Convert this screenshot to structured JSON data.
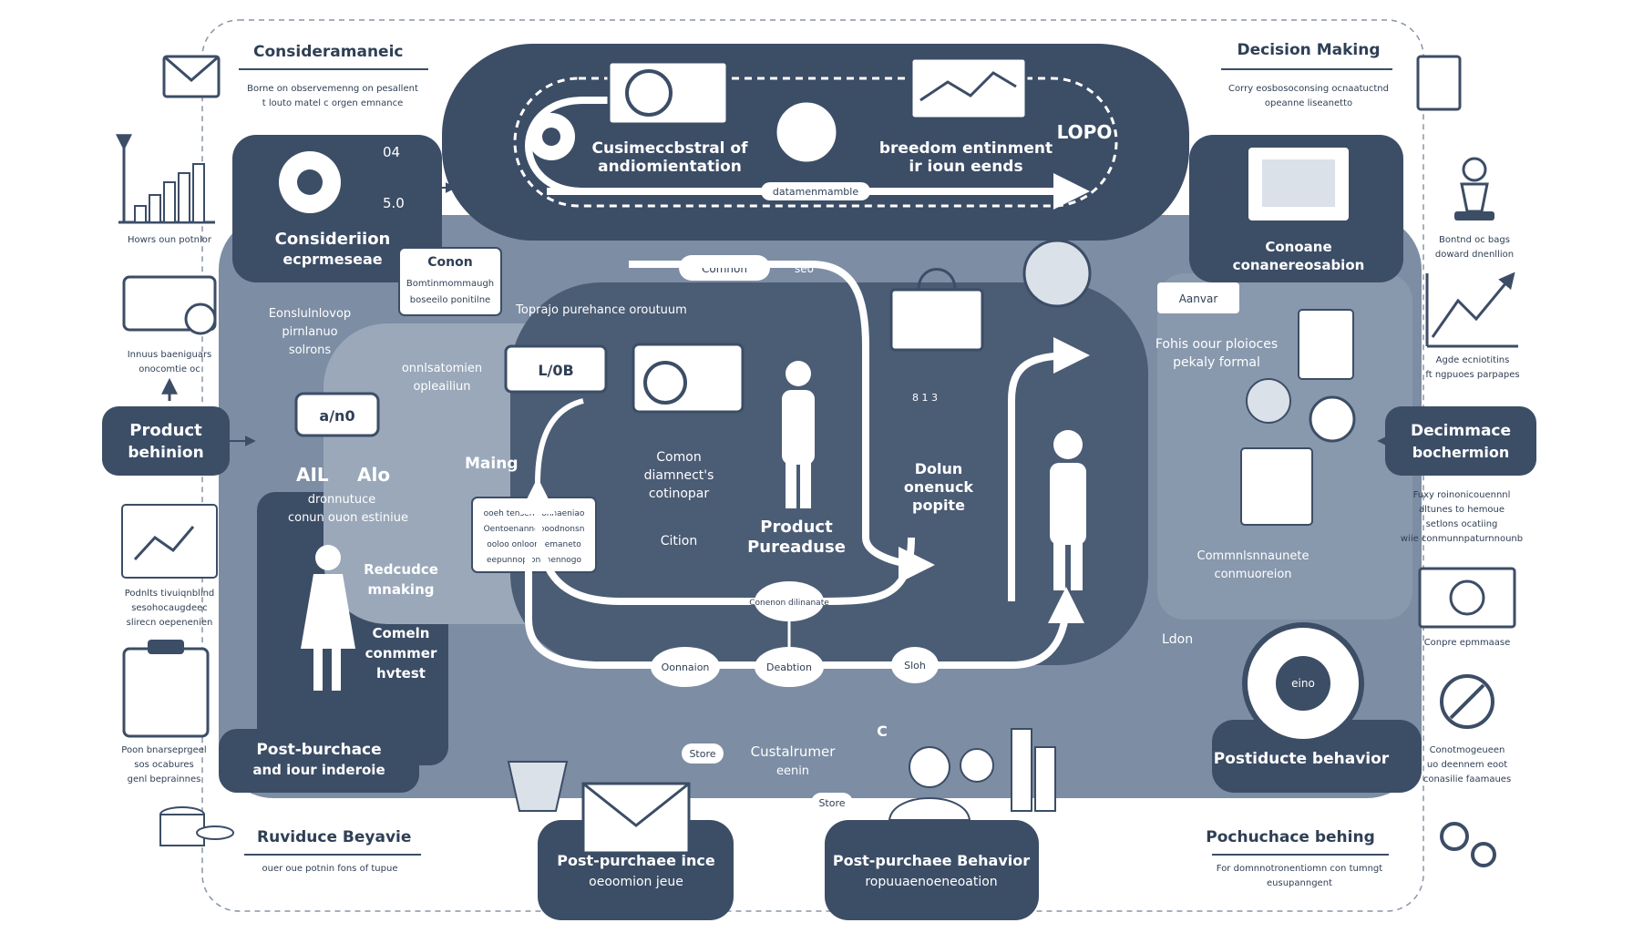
{
  "colors": {
    "navy": "#3c4d66",
    "navy_dark": "#2f3f55",
    "slate": "#71839c",
    "slate_light": "#9aa8ba",
    "pale": "#dbe1e9",
    "white": "#ffffff",
    "line": "#3c4d66"
  },
  "corner_labels": {
    "top_left_title": "Considera​maneic",
    "top_left_caption_1": "Borne on observemenng on pesallent",
    "top_left_caption_2": "t louto matel c orgen emnance",
    "top_right_title": "Decision Making",
    "top_right_caption_1": "Corry eosbosoconsing ocnaatuctnd",
    "top_right_caption_2": "opeanne liseanetto",
    "bottom_left_title": "Ruviduce Beyavie",
    "bottom_left_caption": "ouer oue potnin fons of tupue",
    "bottom_right_title": "Pochuchace behing",
    "bottom_right_caption_1": "For domnnotronentiomn con tumngt",
    "bottom_right_caption_2": "eusupanngent"
  },
  "left_column": {
    "caption_chart": "Howrs oun potnlor",
    "caption_truck_1": "Innuus baeniguars",
    "caption_truck_2": "onocomtie oc",
    "product_tab_line1": "Product",
    "product_tab_line2": "behinion",
    "caption_trend_1": "Podnlts tivuiqnblind",
    "caption_trend_2": "sesohocaugdeec",
    "caption_trend_3": "slirecn oepenenien",
    "caption_clip_1": "Poon bnarseprgeel",
    "caption_clip_2": "sos ocabures",
    "caption_clip_3": "genl beprainnes"
  },
  "right_column": {
    "caption_person_1": "Bontnd oc bags",
    "caption_person_2": "doward dnenllion",
    "caption_chart_1": "Agde ecniotitins",
    "caption_chart_2": "ft ngpuoes parpapes",
    "decision_tab_line1": "Decimmace",
    "decision_tab_line2": "bochermion",
    "caption_list_1": "Fuxy roinonicouennnl",
    "caption_list_2": "altunes to hemoue",
    "caption_list_3": "setlons ocatiing",
    "caption_list_4": "wiie conmunnpaturnnounb",
    "caption_target": "Conpre epmmaase",
    "caption_gear_1": "Conotmogeueen",
    "caption_gear_2": "uo deennem eoot",
    "caption_gear_3": "conasilie faamaues"
  },
  "panels": {
    "top_loop_label_1": "Cusimeccbstral of",
    "top_loop_label_2": "andiomientation",
    "top_loop_label_3": "breedom entinment",
    "top_loop_label_4": "ir ioun eends",
    "top_loop_tag": "LOPO",
    "top_loop_sub": "datamenmamble",
    "consideration_line1": "Consideriion",
    "consideration_line2": "ecprmeseae",
    "consideration_badge_1": "04",
    "consideration_badge_2": "5.0",
    "conane_line1": "Conoane",
    "conane_line2": "conanereosabion",
    "canon_title": "Conon",
    "canon_line1": "Bomtinmommaugh",
    "canon_line2": "boseeilo ponitilne",
    "center_top_caption": "Toprajo purehance oroutuum",
    "bubble_common": "Comnon",
    "bubble_seo": "seo",
    "tag_anvor": "Aanvar",
    "left_mid_1": "Eonslulnlovop",
    "left_mid_2": "pirnlanuo",
    "left_mid_3": "solrons",
    "left_mid_4": "onnlsatomien",
    "left_mid_5": "opleailiun",
    "gauge_label": "a/n0",
    "left_ai_1": "AIL",
    "left_ai_2": "Alo",
    "left_sub_1": "dronnutuce",
    "left_sub_2": "conun ouon estiniue",
    "box_label": "L/0B",
    "making": "Maing",
    "note_1": "ooeh tensen connaeniao",
    "note_2": "Oentoenanneboodnonsn",
    "note_3": "ooloo onloonpemaneto",
    "note_4": "eepunnop ononennogo",
    "center_note_1": "Comon",
    "center_note_2": "diamnect's",
    "center_note_3": "cotinopar",
    "center_note_4": "Cition",
    "product_line1": "Product",
    "product_line2": "Pureaduse",
    "right_mid_1": "Dolun",
    "right_mid_2": "onenuck",
    "right_mid_3": "popite",
    "counter_text": "8 1 3",
    "right_panel_1": "Fohis oour ploioces",
    "right_panel_2": "pekaly formal",
    "right_panel_3": "Commnlsnnaunete",
    "right_panel_4": "conmuoreion",
    "woman_line1": "Redcudce",
    "woman_line2": "mnaking",
    "woman_line3": "Comeln",
    "woman_line4": "conmmer",
    "woman_line5": "hvtest",
    "node_center": "Conenon dilinanate",
    "node_1": "Oonnaion",
    "node_2": "Deabtion",
    "node_3": "Sloh",
    "loan_text": "Ldon",
    "post_left_1": "Post-burchace",
    "post_left_2": "and iour inderoie",
    "store_label": "Store",
    "consumer_1": "Custalrumer",
    "consumer_2": "eenin",
    "letter_c": "C",
    "store_label_2": "Store",
    "target_label": "eino",
    "post_right": "Postiducte behavior",
    "tab_bottom_1_line1": "Post-purchaee ince",
    "tab_bottom_1_line2": "oeoomion jeue",
    "tab_bottom_2_line1": "Post-purchaee Behavior",
    "tab_bottom_2_line2": "ropuuaenoeneoation"
  }
}
